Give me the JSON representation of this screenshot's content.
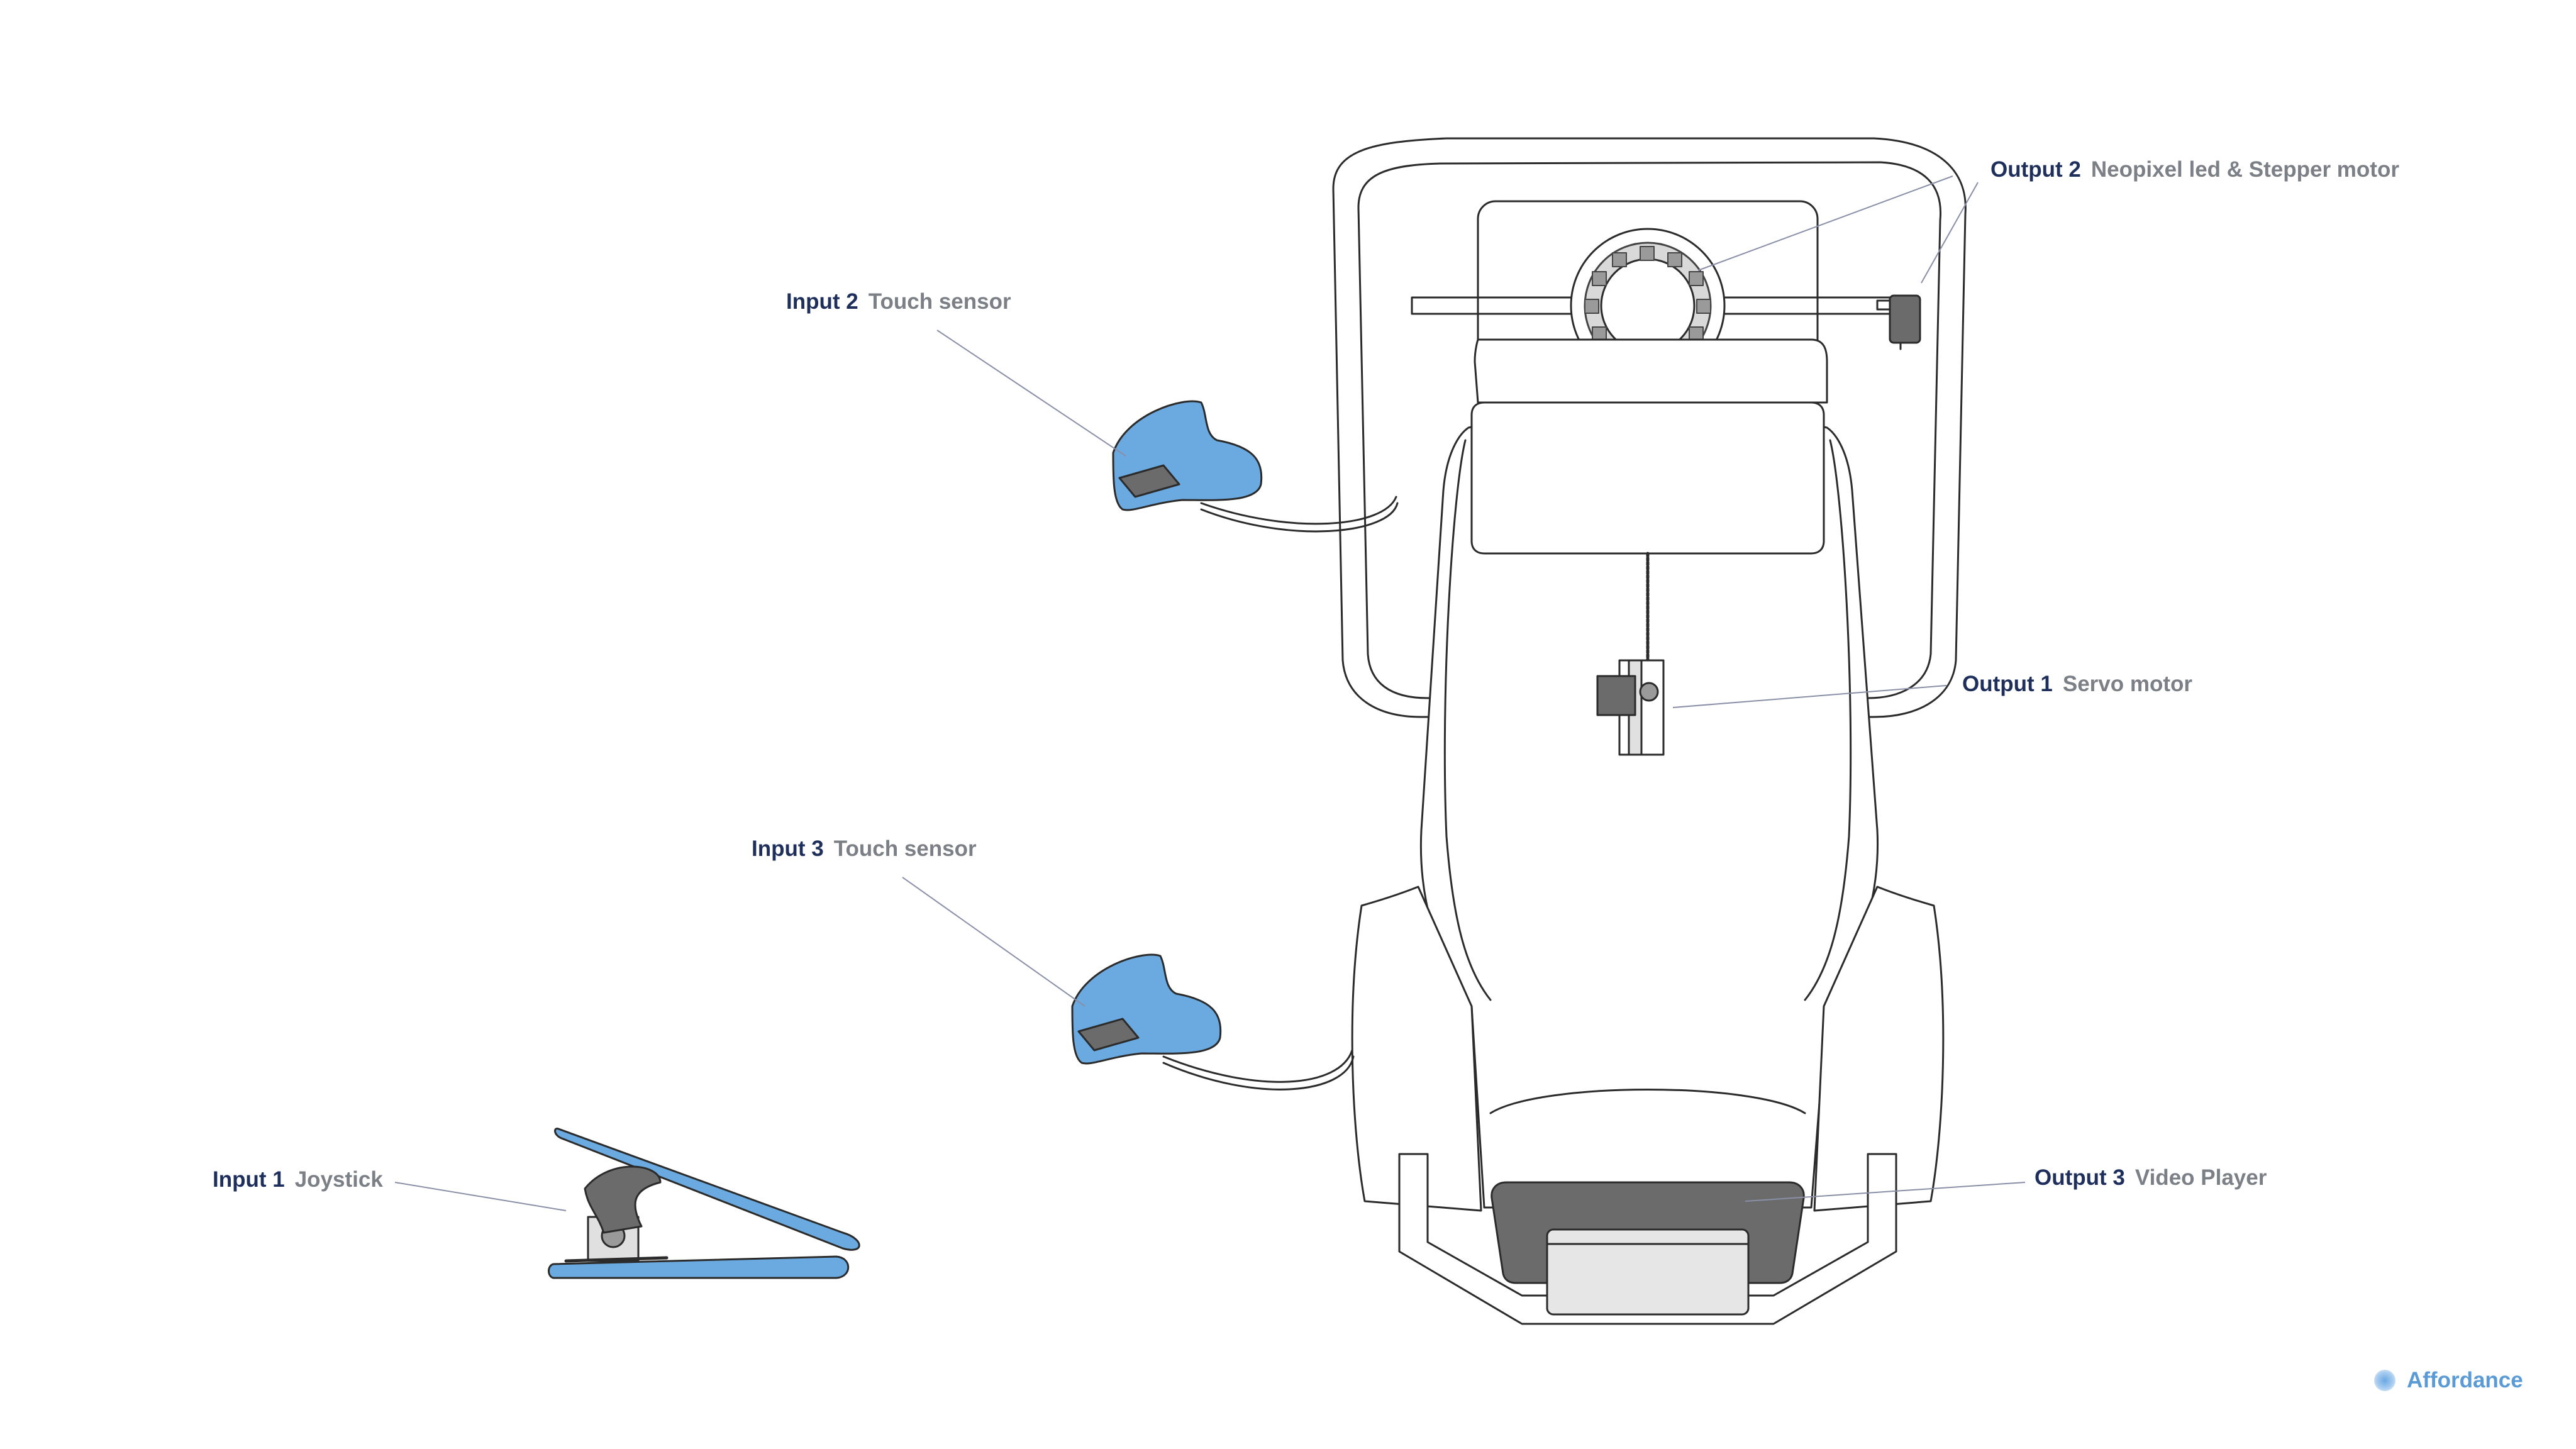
{
  "callouts": {
    "input1": {
      "tag": "Input 1",
      "desc": "Joystick"
    },
    "input2": {
      "tag": "Input 2",
      "desc": "Touch sensor"
    },
    "input3": {
      "tag": "Input 3",
      "desc": "Touch sensor"
    },
    "output1": {
      "tag": "Output 1",
      "desc": "Servo motor"
    },
    "output2": {
      "tag": "Output 2",
      "desc": "Neopixel led & Stepper motor"
    },
    "output3": {
      "tag": "Output 3",
      "desc": "Video Player"
    }
  },
  "brand": {
    "name": "Affordance"
  },
  "colors": {
    "tag": "#1f2f5c",
    "desc": "#7b7f86",
    "device_blue": "#6aaae0",
    "outline": "#2b2b2b",
    "screen_dark": "#6b6b6b",
    "brand": "#5a9bd5",
    "leader_line": "#8a8fa8"
  }
}
